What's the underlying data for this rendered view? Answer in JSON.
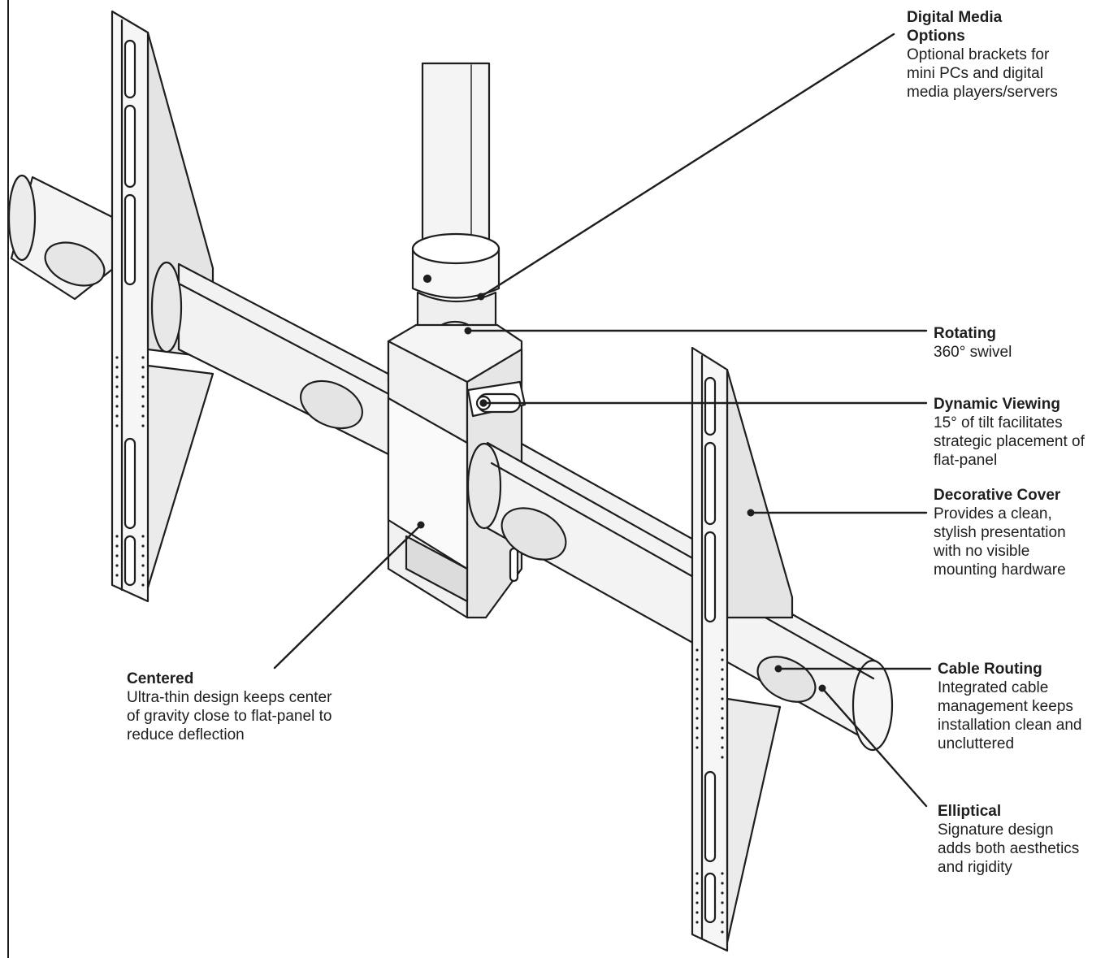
{
  "colors": {
    "ink": "#1e1e1e",
    "metal_fill": "#f4f4f4",
    "metal_shade": "#e2e2e2",
    "background": "#ffffff"
  },
  "callouts": {
    "digital_media": {
      "title": "Digital Media\nOptions",
      "text": "Optional brackets for\nmini PCs and digital\nmedia players/servers"
    },
    "rotating": {
      "title": "Rotating",
      "text": "360° swivel"
    },
    "dynamic_viewing": {
      "title": "Dynamic Viewing",
      "text": "15° of tilt facilitates\nstrategic placement of\nflat-panel"
    },
    "decorative_cover": {
      "title": "Decorative Cover",
      "text": "Provides a clean,\nstylish presentation\nwith no visible\nmounting hardware"
    },
    "cable_routing": {
      "title": "Cable Routing",
      "text": "Integrated cable\nmanagement keeps\ninstallation clean and\nuncluttered"
    },
    "elliptical": {
      "title": "Elliptical",
      "text": "Signature design\nadds both aesthetics\nand rigidity"
    },
    "centered": {
      "title": "Centered",
      "text": "Ultra-thin design keeps center\nof gravity close to flat-panel to\nreduce deflection"
    }
  }
}
